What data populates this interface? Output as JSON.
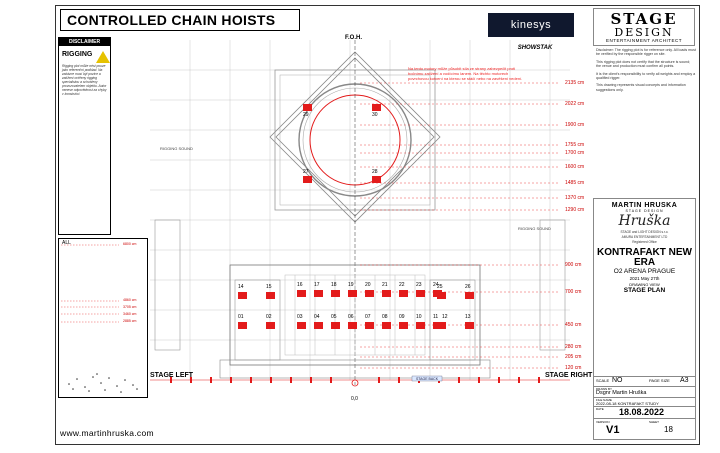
{
  "header": {
    "title": "CONTROLLED CHAIN HOISTS",
    "kinesys_logo": "kinesys",
    "showstak_logo": "SHOWSTAK",
    "stage_design_logo": {
      "line1": "STAGE",
      "line2": "DESIGN",
      "line3": "ENTERTAINMENT ARCHITECT"
    }
  },
  "disclaimer": {
    "heading": "DISCLAIMER",
    "subheading": "RIGGING",
    "text": "Rigging plot může nést pouze jako referenční podklad. Na zakázce musí být pozice a zatížení ověřeny rigging specialistou a schváleny provozovatelem objektu. Autor nenese odpovědnost za chyby v konstrukci."
  },
  "right_notes": [
    "Disclaimer: The rigging plot is for reference only. All loads must be verified by the responsible rigger on site.",
    "This rigging plot does not certify that the structure is sound; the venue and production must confirm all points.",
    "It is the client's responsibility to verify all weights and employ a qualified rigger.",
    "This drawing represents visual concepts and information suggestions only."
  ],
  "drawing": {
    "foh_label": "F.O.H.",
    "stage_left": "STAGE LEFT",
    "stage_right": "STAGE RIGHT",
    "origin_label": "0,0",
    "stage_back_label": "STAGE BACK",
    "rigging_sound_left": "RIGGING SOUND",
    "rigging_sound_right": "RIGGING SOUND",
    "red_note": "Na tento motory může působit síla ze strany zabezpečit proti bočnímu zatížení a vodícímu lanem. Na těchto motorech povrchovou kotvení na kterou se stáčí nebo na zavěšení vedení."
  },
  "dimensions_right": [
    "2135 cm",
    "2022 cm",
    "1900 cm",
    "1755 cm",
    "1700 cm",
    "1600 cm",
    "1485 cm",
    "1370 cm",
    "1290 cm",
    "900 cm",
    "700 cm",
    "450 cm",
    "280 cm",
    "205 cm",
    "120 cm"
  ],
  "hoists": [
    "29",
    "30",
    "27",
    "28",
    "14",
    "15",
    "25",
    "26",
    "16",
    "17",
    "18",
    "19",
    "20",
    "21",
    "22",
    "23",
    "24",
    "01",
    "02",
    "03",
    "04",
    "05",
    "06",
    "07",
    "08",
    "09",
    "10",
    "11",
    "12",
    "13"
  ],
  "plot": {
    "label": "ALL",
    "dims": [
      "6800 cm",
      "4860 cm",
      "3705 cm",
      "3460 cm",
      "2885 cm"
    ]
  },
  "sidebar": {
    "firm": "MARTIN HRUSKA",
    "firm_sub": "STAGE DESIGN",
    "signature": "Hruška",
    "company_lines": [
      "STAGE and LIGHT DESIGN s.r.o.",
      "AMURA ENTERTAINMENT LTD",
      "Registered Office"
    ],
    "project_name": "KONTRAFAKT NEW ERA",
    "venue": "O2 ARENA PRAGUE",
    "date_event": "2021 May 27th",
    "drawing_view_label": "DRAWING VIEW",
    "drawing_view": "STAGE PLAN",
    "scale_label": "SCALE",
    "scale": "NO",
    "paper_label": "PAGE SIZE",
    "paper": "A3",
    "drawn_label": "DRAWN BY",
    "drawn": "Dsgnr Martin Hruška",
    "file_label": "FILE NAME",
    "file": "2022-08-18 KONTRAFAKT STUDY",
    "date_label": "DATE",
    "date": "18.08.2022",
    "version_label": "VERSION",
    "version": "V1",
    "sheet_label": "SHEET",
    "sheet": "18"
  },
  "footer": {
    "url": "www.martinhruska.com"
  },
  "colors": {
    "hoist": "#e31b1b",
    "dimension": "#cc0000",
    "grid": "#b0b0b0"
  }
}
